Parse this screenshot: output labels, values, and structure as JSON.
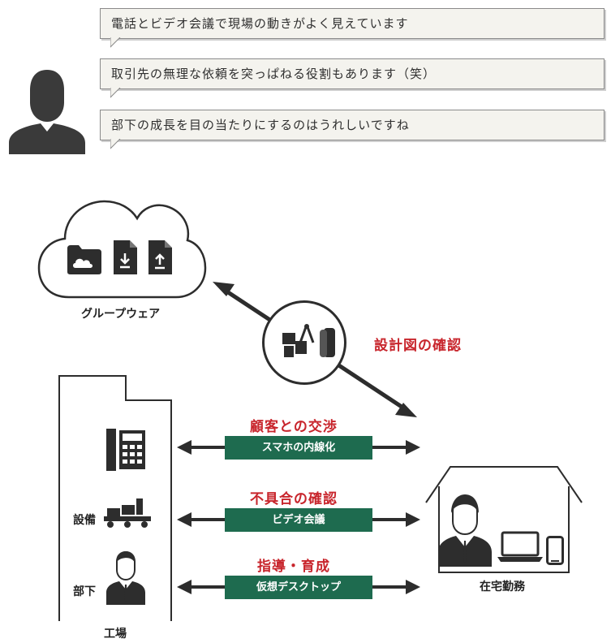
{
  "bubbles": [
    "電話とビデオ会議で現場の動きがよく見えています",
    "取引先の無理な依頼を突っぱねる役割もあります（笑）",
    "部下の成長を目の当たりにするのはうれしいですね"
  ],
  "cloud": {
    "label": "グループウェア"
  },
  "hub": {
    "label": "設計図の確認"
  },
  "factory": {
    "label": "工場",
    "rows": [
      {
        "label": "",
        "icon": "office-phone-icon"
      },
      {
        "label": "設備",
        "icon": "machinery-icon"
      },
      {
        "label": "部下",
        "icon": "businessman-icon"
      }
    ]
  },
  "home": {
    "label": "在宅勤務"
  },
  "links": [
    {
      "title": "顧客との交渉",
      "tool": "スマホの内線化"
    },
    {
      "title": "不具合の確認",
      "tool": "ビデオ会議"
    },
    {
      "title": "指導・育成",
      "tool": "仮想デスクトップ"
    }
  ],
  "colors": {
    "accent_red": "#c8252c",
    "tool_green": "#1e6b4f",
    "icon_dark": "#2d2d2d"
  }
}
